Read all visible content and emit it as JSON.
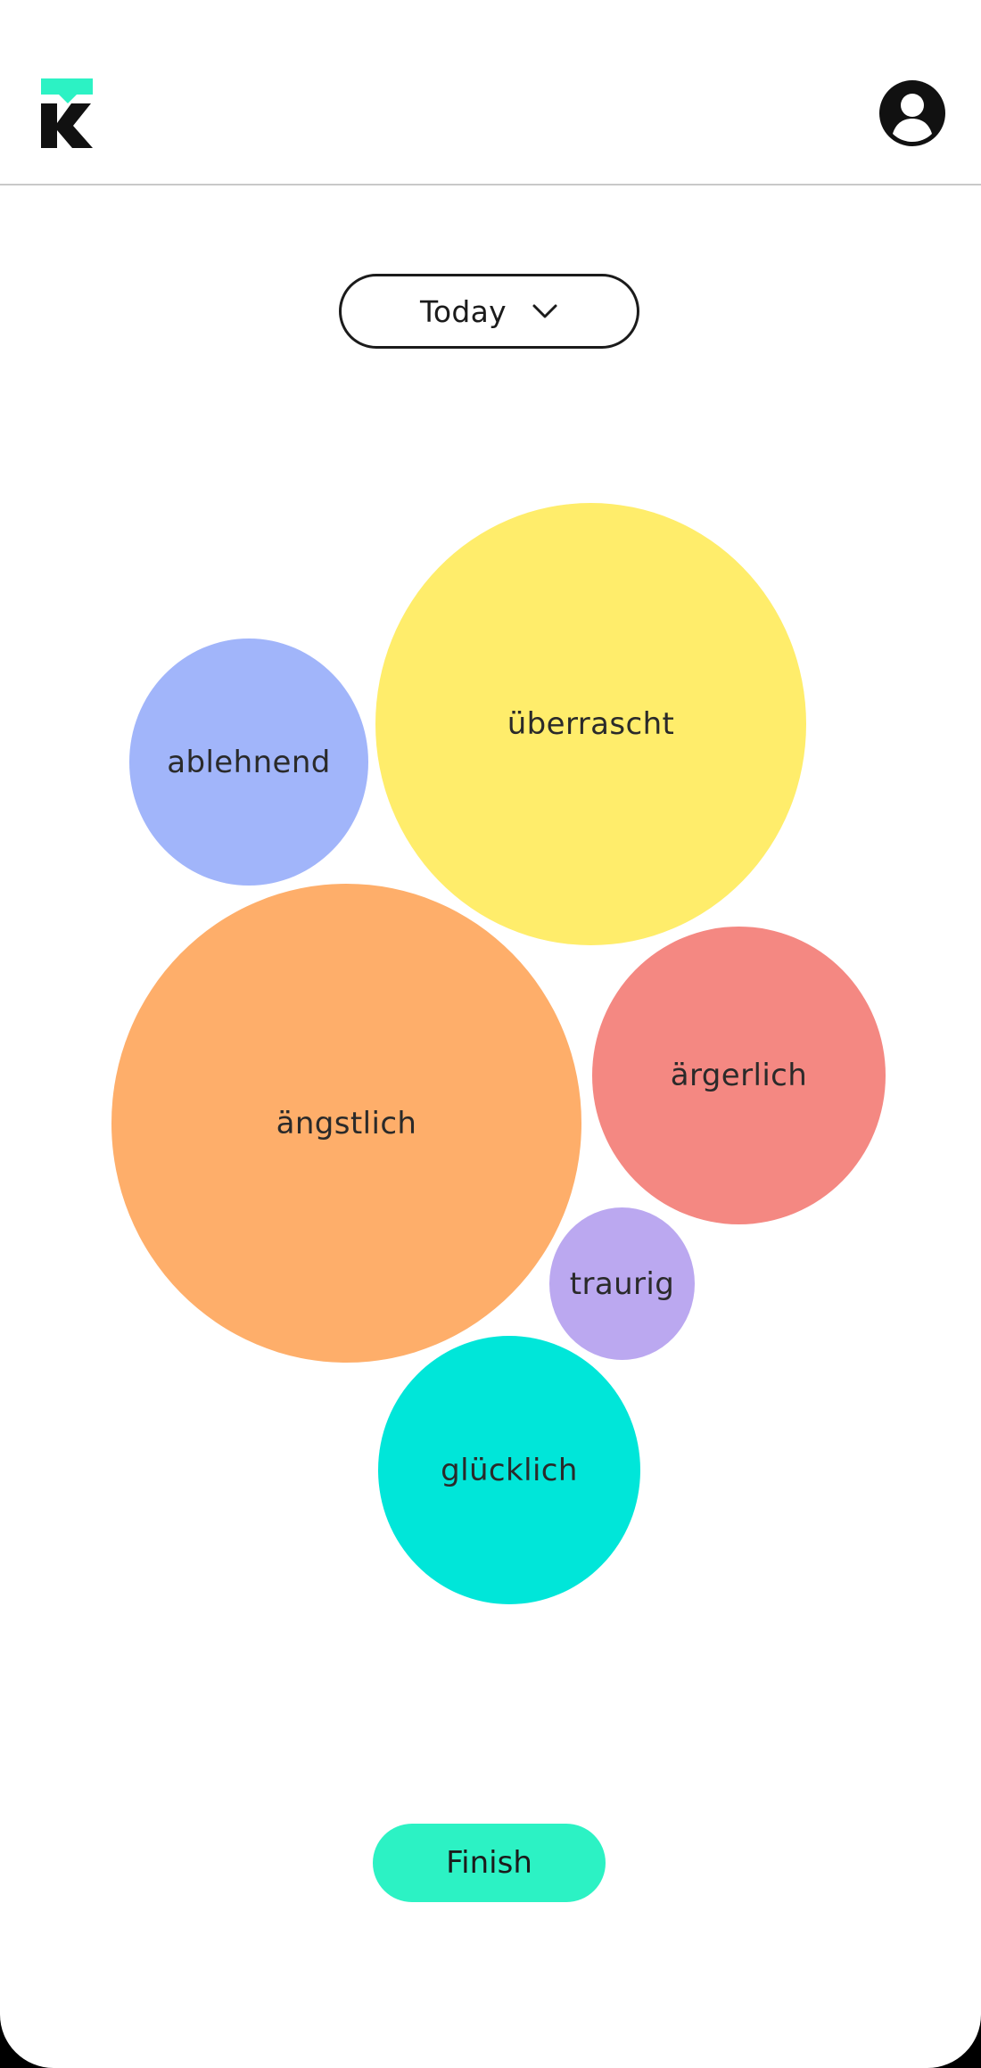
{
  "header": {
    "logo_icon": "k-logo-icon",
    "account_icon": "user-account-icon",
    "brand_color": "#2cf2c4"
  },
  "filter": {
    "selected": "Today",
    "icon": "chevron-down-icon"
  },
  "emotions": [
    {
      "label": "überrascht",
      "color": "#ffed6b"
    },
    {
      "label": "ablehnend",
      "color": "#a1b5fa"
    },
    {
      "label": "ängstlich",
      "color": "#feae6a"
    },
    {
      "label": "ärgerlich",
      "color": "#f48882"
    },
    {
      "label": "traurig",
      "color": "#bba8f0"
    },
    {
      "label": "glücklich",
      "color": "#00e6d9"
    }
  ],
  "actions": {
    "finish_label": "Finish"
  }
}
